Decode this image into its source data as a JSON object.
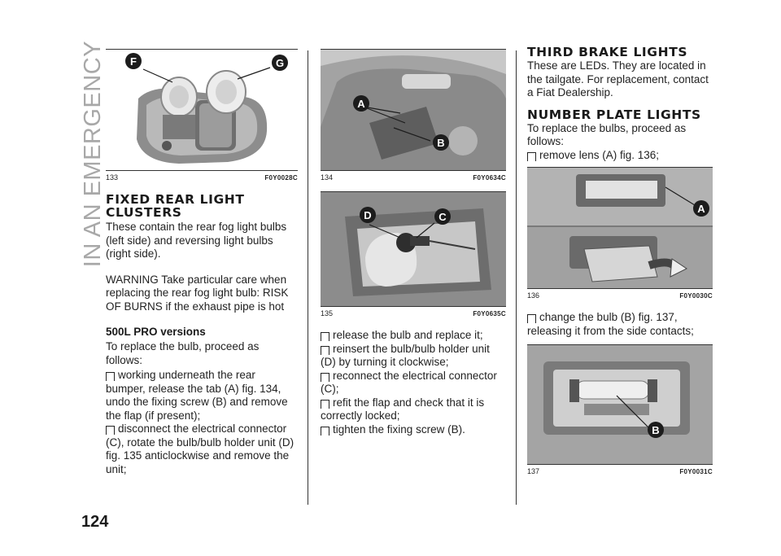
{
  "section_tab": "IN AN EMERGENCY",
  "page_number": "124",
  "figures": {
    "f133": {
      "num": "133",
      "code": "F0Y0028C",
      "callouts": [
        "F",
        "G"
      ]
    },
    "f134": {
      "num": "134",
      "code": "F0Y0634C",
      "callouts": [
        "A",
        "B"
      ]
    },
    "f135": {
      "num": "135",
      "code": "F0Y0635C",
      "callouts": [
        "D",
        "C"
      ]
    },
    "f136": {
      "num": "136",
      "code": "F0Y0030C",
      "callouts": [
        "A"
      ]
    },
    "f137": {
      "num": "137",
      "code": "F0Y0031C",
      "callouts": [
        "B"
      ]
    }
  },
  "col1": {
    "heading": "FIXED REAR LIGHT CLUSTERS",
    "intro": "These contain the rear fog light bulbs (left side) and reversing light bulbs (right side).",
    "warning": "WARNING Take particular care when replacing the rear fog light bulb: RISK OF BURNS if the exhaust pipe is hot",
    "subheading": "500L PRO versions",
    "sub_intro": "To replace the bulb, proceed as follows:",
    "bullets": [
      "working underneath the rear bumper, release the tab (A) fig. 134, undo the fixing screw (B) and remove the flap (if present);",
      "disconnect the electrical connector (C), rotate the bulb/bulb holder unit (D) fig. 135 anticlockwise and remove the unit;"
    ]
  },
  "col2": {
    "bullets": [
      "release the bulb and replace it;",
      "reinsert the bulb/bulb holder unit (D) by turning it clockwise;",
      "reconnect the electrical connector (C);",
      "refit the flap and check that it is correctly locked;",
      "tighten the fixing screw (B)."
    ]
  },
  "col3": {
    "heading1": "THIRD BRAKE LIGHTS",
    "text1": "These are LEDs. They are located in the tailgate. For replacement, contact a Fiat Dealership.",
    "heading2": "NUMBER PLATE LIGHTS",
    "text2": "To replace the bulbs, proceed as follows:",
    "bullet1": "remove lens (A) fig. 136;",
    "bullet2": "change the bulb (B) fig. 137, releasing it from the side contacts;"
  },
  "colors": {
    "callout_bg": "#1c1c1c",
    "figure_bg": "#9a9a9a",
    "text": "#222222"
  }
}
